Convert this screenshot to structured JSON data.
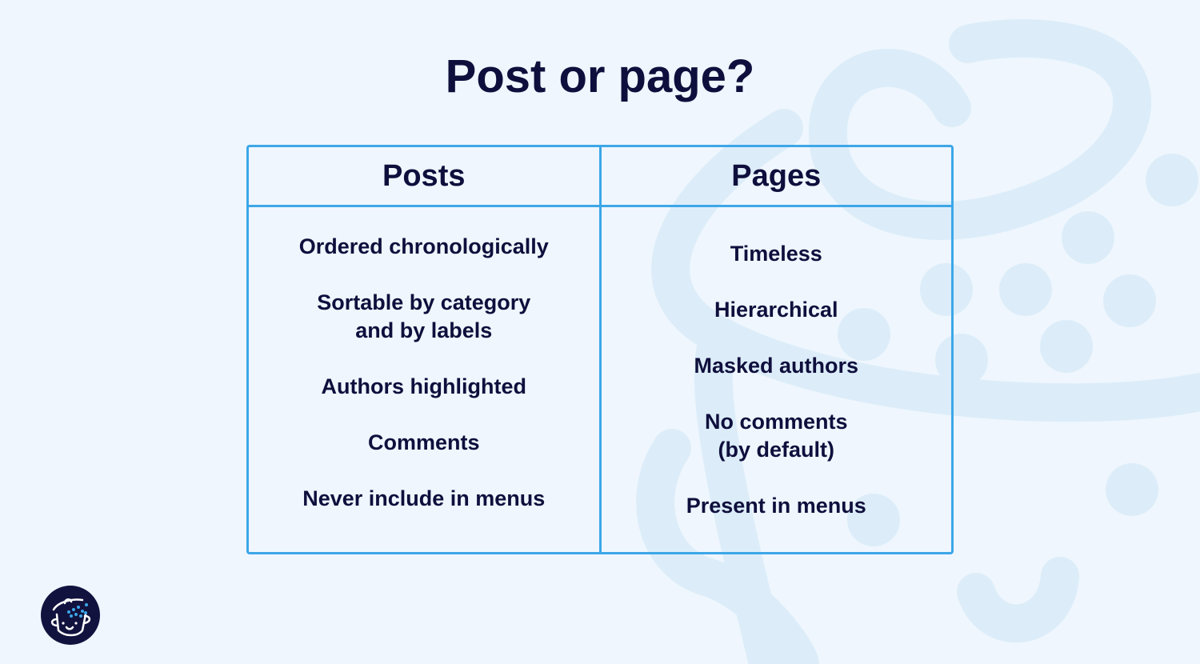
{
  "title": "Post or page?",
  "table": {
    "posts": {
      "header": "Posts",
      "items": [
        "Ordered chronologically",
        "Sortable by category\nand by labels",
        "Authors highlighted",
        "Comments",
        "Never include in menus"
      ]
    },
    "pages": {
      "header": "Pages",
      "items": [
        "Timeless",
        "Hierarchical",
        "Masked authors",
        "No comments\n(by default)",
        "Present in menus"
      ]
    }
  },
  "colors": {
    "background": "#eff6fd",
    "accent": "#3ca7e8",
    "text": "#0f0f3d",
    "decor": "#dcedf9"
  }
}
